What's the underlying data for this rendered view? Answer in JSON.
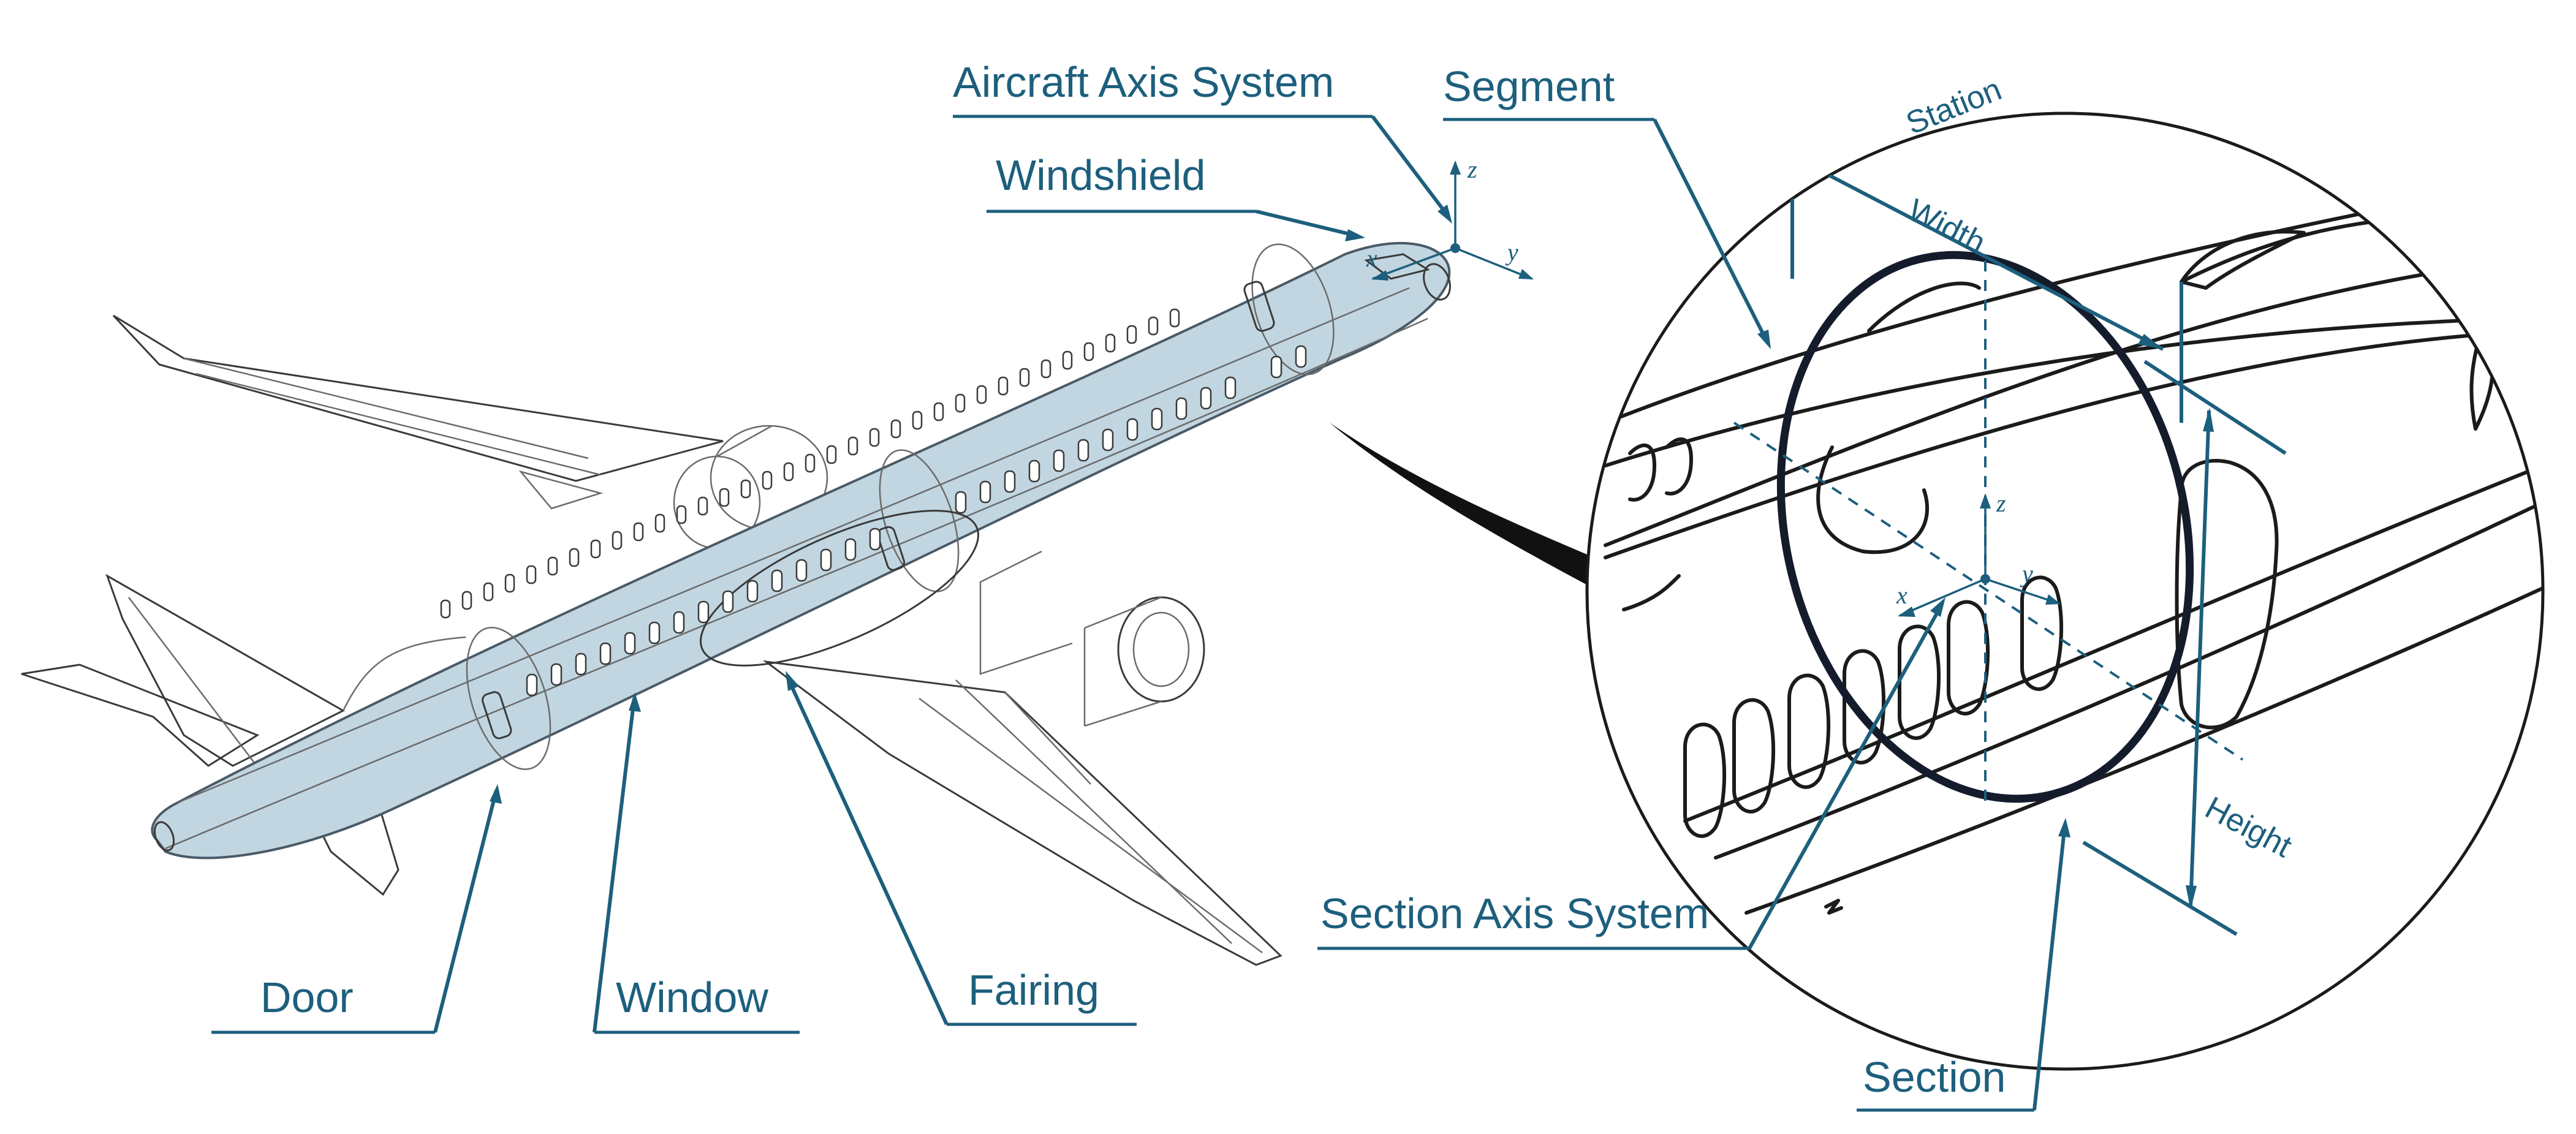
{
  "labels": {
    "aircraft_axis_system": "Aircraft Axis System",
    "segment": "Segment",
    "windshield": "Windshield",
    "door": "Door",
    "window": "Window",
    "fairing": "Fairing",
    "section_axis_system": "Section Axis System",
    "section": "Section"
  },
  "dimensions": {
    "station": "Station",
    "width": "Width",
    "height": "Height"
  },
  "axes": {
    "x": "x",
    "y": "y",
    "z": "z"
  },
  "colors": {
    "annotation": "#1d5f7d",
    "fuselage_fill": "#c1d6e0",
    "ink": "#1b1b1b"
  }
}
